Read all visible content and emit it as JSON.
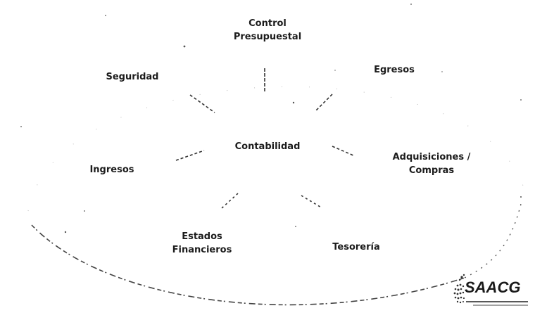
{
  "center": "Contabilidad",
  "nodes": {
    "control": [
      "Control",
      "Presupuestal"
    ],
    "seguridad": "Seguridad",
    "egresos": "Egresos",
    "ingresos": "Ingresos",
    "adquisiciones": [
      "Adquisiciones /",
      "Compras"
    ],
    "estados": [
      "Estados",
      "Financieros"
    ],
    "tesoreria": "Tesorería"
  },
  "logo": {
    "text": "SAACG"
  },
  "colors": {
    "text": "#1c1c1c",
    "lines": "#333333",
    "background": "#ffffff"
  }
}
